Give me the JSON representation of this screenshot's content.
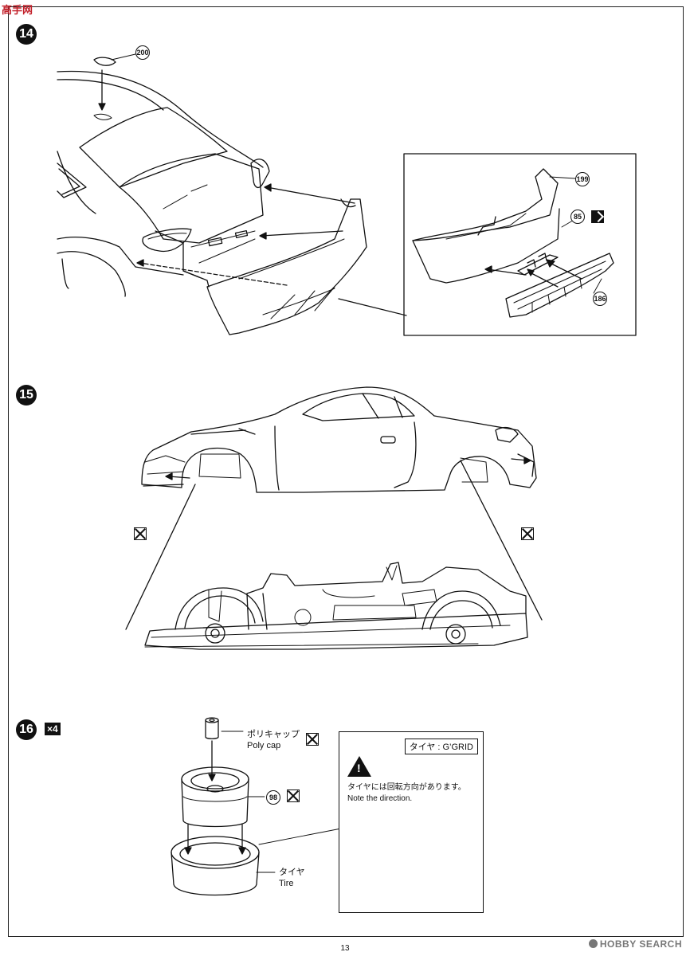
{
  "watermark_top": "高手网",
  "steps": [
    {
      "number": "14"
    },
    {
      "number": "15"
    },
    {
      "number": "16",
      "quantity": "×4"
    }
  ],
  "parts": [
    "200",
    "199",
    "85",
    "186",
    "98"
  ],
  "labels": {
    "polycap_jp": "ポリキャップ",
    "polycap_en": "Poly cap",
    "tire_jp": "タイヤ",
    "tire_en": "Tire"
  },
  "note": {
    "tire_type": "タイヤ : G’GRID",
    "warning_jp": "タイヤには回転方向があります。",
    "warning_en": "Note the direction."
  },
  "icons": [
    "glue-icon",
    "paint-icon",
    "warning-icon"
  ],
  "page_number": "13",
  "watermark_bottom": "HOBBY SEARCH"
}
